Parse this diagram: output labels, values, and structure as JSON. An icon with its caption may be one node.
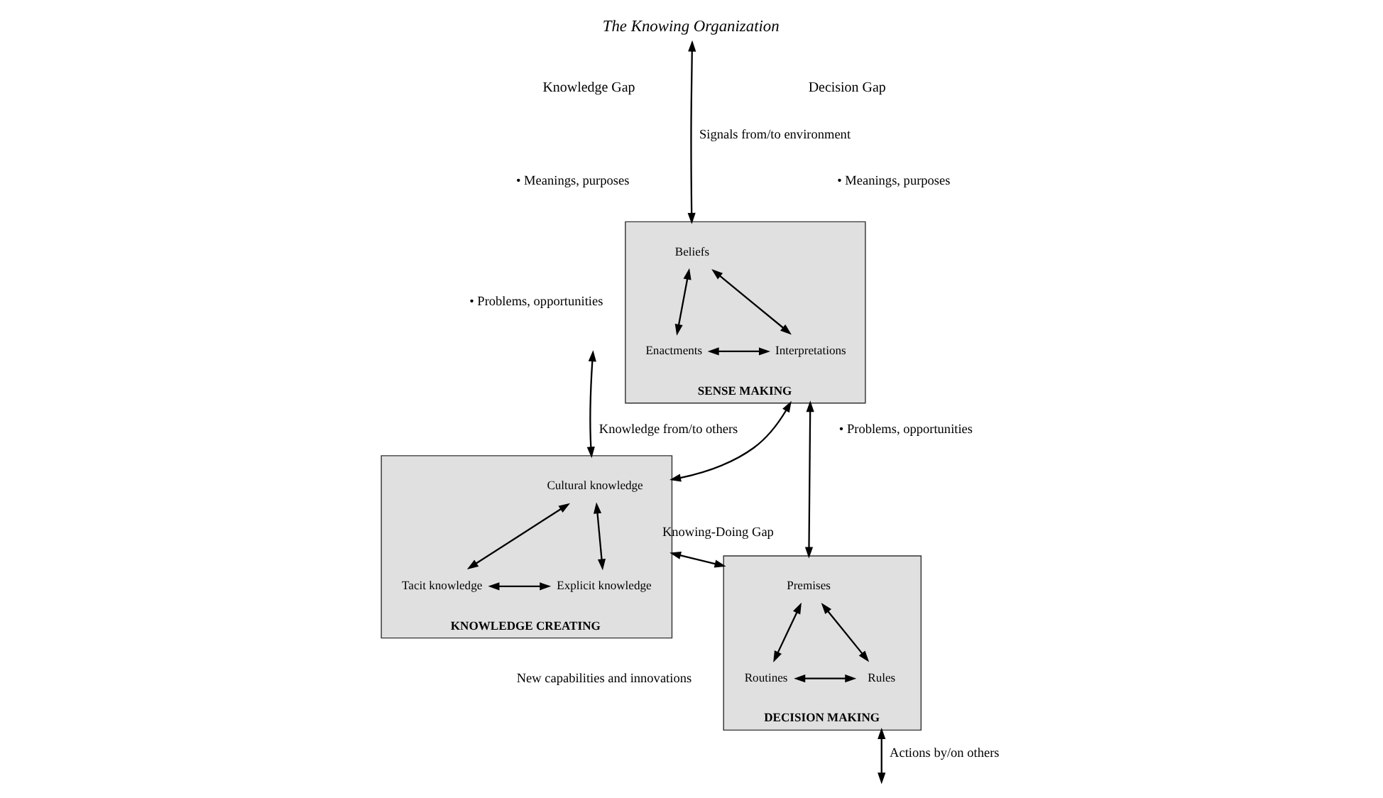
{
  "diagram": {
    "title": "The Knowing Organization",
    "nodes": [
      {
        "text": [
          "SENSE MAKING"
        ]
      },
      {
        "text": [
          "Beliefs"
        ],
        "in": 0
      },
      {
        "text": [
          "Enactments"
        ],
        "in": 0
      },
      {
        "text": [
          "Interpretations"
        ],
        "in": 0
      },
      {
        "text": [
          "KNOWLEDGE CREATING"
        ]
      },
      {
        "text": [
          "Cultural knowledge"
        ],
        "in": 4
      },
      {
        "text": [
          "Tacit knowledge"
        ],
        "in": 4
      },
      {
        "text": [
          "Explicit knowledge"
        ],
        "in": 4
      },
      {
        "text": [
          "DECISION MAKING"
        ]
      },
      {
        "text": [
          "Premises"
        ],
        "in": 8
      },
      {
        "text": [
          "Routines"
        ],
        "in": 8
      },
      {
        "text": [
          "Rules"
        ],
        "in": 8
      }
    ],
    "edges": [
      {
        "from": null,
        "to": 0,
        "arrow": "both",
        "label": "Signals from/to environment"
      },
      {
        "from": 1,
        "to": 2,
        "arrow": "both"
      },
      {
        "from": 1,
        "to": 3,
        "arrow": "both"
      },
      {
        "from": 2,
        "to": 3,
        "arrow": "both"
      },
      {
        "from": 0,
        "to": 4,
        "arrow": "both"
      },
      {
        "from": 0,
        "to": 8,
        "arrow": "both"
      },
      {
        "from": 5,
        "to": 6,
        "arrow": "both"
      },
      {
        "from": 5,
        "to": 7,
        "arrow": "both"
      },
      {
        "from": 6,
        "to": 7,
        "arrow": "both"
      },
      {
        "from": 9,
        "to": 10,
        "arrow": "both"
      },
      {
        "from": 9,
        "to": 11,
        "arrow": "both"
      },
      {
        "from": 10,
        "to": 11,
        "arrow": "both"
      },
      {
        "from": null,
        "to": 4,
        "arrow": "both",
        "label": "Knowledge from/to others"
      },
      {
        "from": 4,
        "to": 8,
        "arrow": "both",
        "label": "Knowing-Doing Gap"
      },
      {
        "from": 8,
        "to": null,
        "arrow": "both",
        "label": "Actions by/on others"
      }
    ],
    "labels": [
      "Knowledge Gap",
      "• Meanings, purposes",
      "• Problems, opportunities",
      "Decision Gap",
      "• Meanings, purposes",
      "• Problems, opportunities",
      "New capabilities and innovations"
    ]
  }
}
